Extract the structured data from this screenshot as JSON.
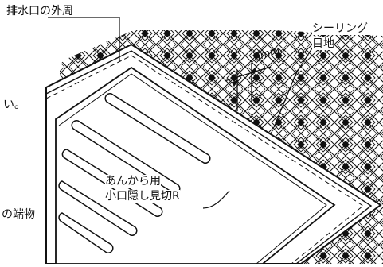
{
  "labels": {
    "drain_outer": "排水口の外周",
    "sealing_line1": "シーリング",
    "sealing_line2": "目地",
    "gap": "6mm",
    "trim_line1": "あんから用",
    "trim_line2": "小口隠し見切R",
    "cut_left": "い。",
    "cut_bottom": "の端物"
  }
}
